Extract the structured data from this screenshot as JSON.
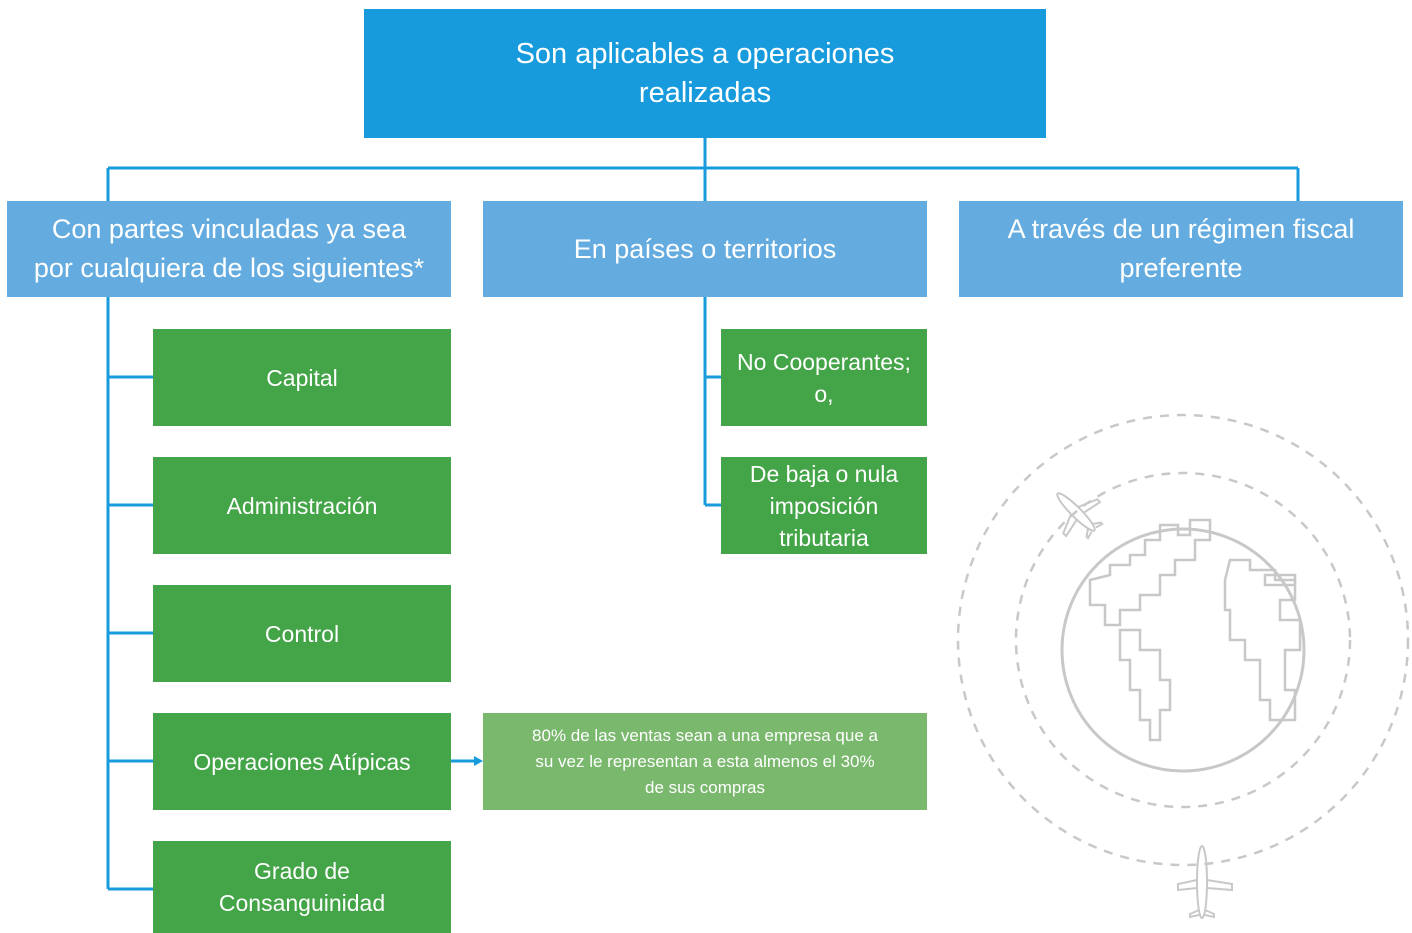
{
  "root": {
    "text": "Son aplicables a operaciones\nrealizadas"
  },
  "branches": [
    {
      "text": "Con partes vinculadas ya sea\npor cualquiera de los siguientes*"
    },
    {
      "text": "En países o territorios"
    },
    {
      "text": "A través de un régimen fiscal\npreferente"
    }
  ],
  "vinculadas_items": [
    {
      "text": "Capital"
    },
    {
      "text": "Administración"
    },
    {
      "text": "Control"
    },
    {
      "text": "Operaciones Atípicas"
    },
    {
      "text": "Grado de\nConsanguinidad"
    }
  ],
  "territorios_items": [
    {
      "text": "No Cooperantes;\no,"
    },
    {
      "text": "De baja o nula\nimposición\ntributaria"
    }
  ],
  "atipicas_note": {
    "text": "80% de las ventas sean a una empresa que a\nsu vez le representan a esta almenos el  30%\nde sus compras"
  },
  "colors": {
    "root": "#179bdc",
    "branch": "#64ace0",
    "item": "#44a448",
    "note": "#7ab86e",
    "connector": "#179bdc",
    "illustration": "#c8c8c8"
  },
  "illustration": {
    "icons": [
      "globe-icon",
      "airplane-icon",
      "airplane-icon"
    ]
  }
}
